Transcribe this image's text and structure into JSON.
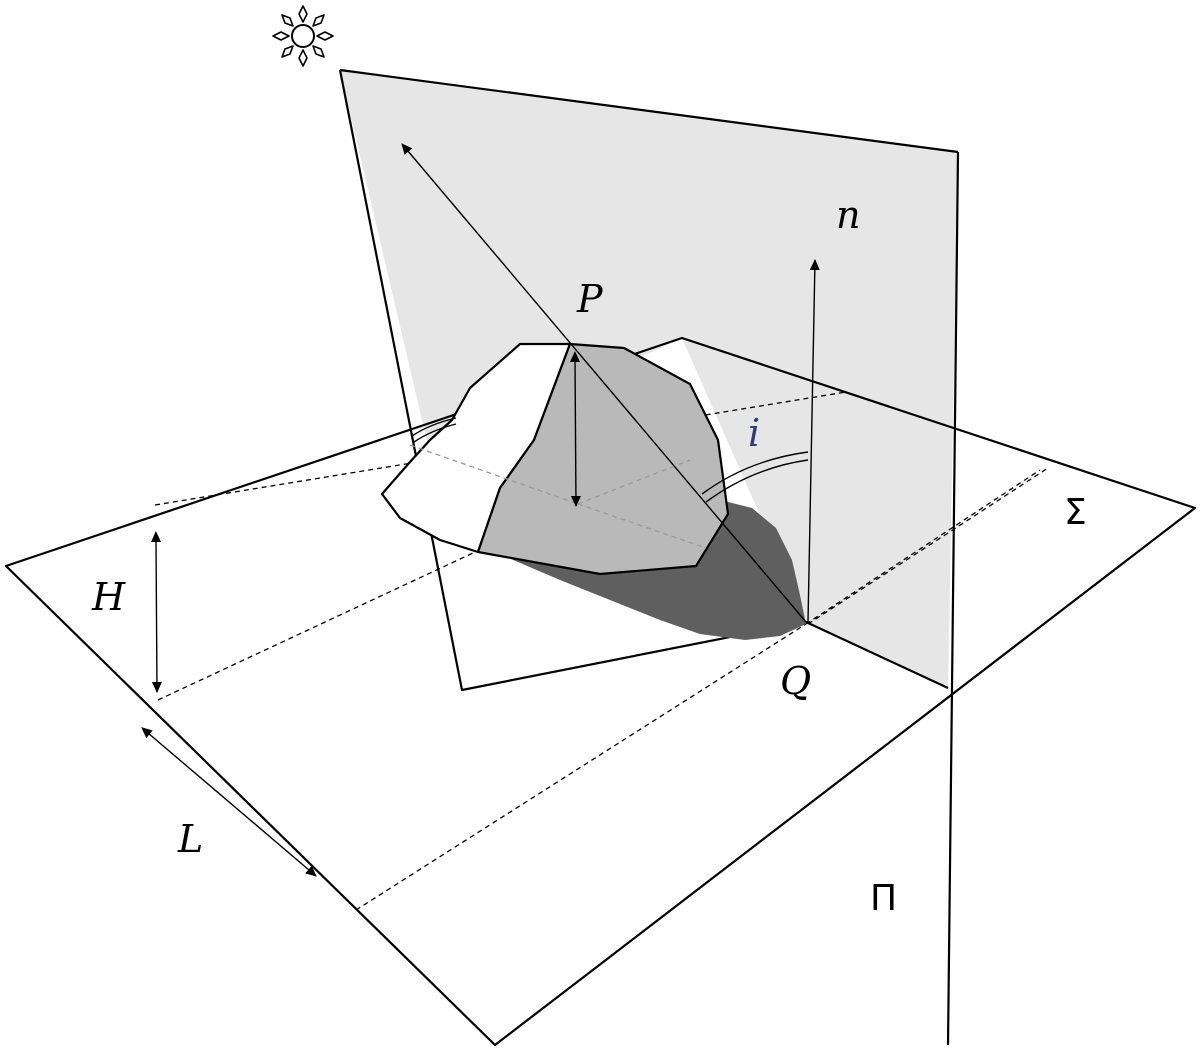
{
  "labels": {
    "P": "P",
    "Q": "Q",
    "n": "n",
    "i": "i",
    "H": "H",
    "L": "L",
    "Sigma": "Σ",
    "Pi": "Π"
  },
  "icons": {
    "sun": "sun-icon"
  },
  "colors": {
    "vertical_plane_fill": "#e6e6e6",
    "rock_shadow_face": "#b9b9b9",
    "ground_shadow": "#5f5f5f",
    "stroke": "#000000",
    "i_label": "#2a3f7a"
  }
}
